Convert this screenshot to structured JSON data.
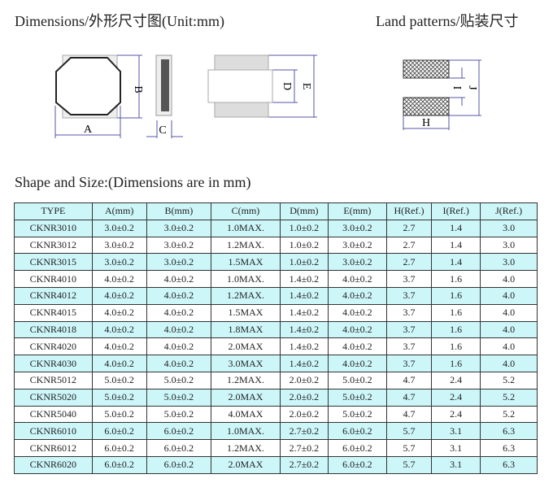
{
  "titles": {
    "dimensions": "Dimensions/外形尺寸图(Unit:mm)",
    "land": "Land patterns/贴装尺寸",
    "shape": "Shape and Size:(Dimensions are in mm)"
  },
  "labels": {
    "A": "A",
    "B": "B",
    "C": "C",
    "D": "D",
    "E": "E",
    "H": "H",
    "I": "I",
    "J": "J"
  },
  "table": {
    "headers": [
      "TYPE",
      "A(mm)",
      "B(mm)",
      "C(mm)",
      "D(mm)",
      "E(mm)",
      "H(Ref.)",
      "I(Ref.)",
      "J(Ref.)"
    ],
    "rows": [
      [
        "CKNR3010",
        "3.0±0.2",
        "3.0±0.2",
        "1.0MAX.",
        "1.0±0.2",
        "3.0±0.2",
        "2.7",
        "1.4",
        "3.0"
      ],
      [
        "CKNR3012",
        "3.0±0.2",
        "3.0±0.2",
        "1.2MAX.",
        "1.0±0.2",
        "3.0±0.2",
        "2.7",
        "1.4",
        "3.0"
      ],
      [
        "CKNR3015",
        "3.0±0.2",
        "3.0±0.2",
        "1.5MAX",
        "1.0±0.2",
        "3.0±0.2",
        "2.7",
        "1.4",
        "3.0"
      ],
      [
        "CKNR4010",
        "4.0±0.2",
        "4.0±0.2",
        "1.0MAX.",
        "1.4±0.2",
        "4.0±0.2",
        "3.7",
        "1.6",
        "4.0"
      ],
      [
        "CKNR4012",
        "4.0±0.2",
        "4.0±0.2",
        "1.2MAX.",
        "1.4±0.2",
        "4.0±0.2",
        "3.7",
        "1.6",
        "4.0"
      ],
      [
        "CKNR4015",
        "4.0±0.2",
        "4.0±0.2",
        "1.5MAX",
        "1.4±0.2",
        "4.0±0.2",
        "3.7",
        "1.6",
        "4.0"
      ],
      [
        "CKNR4018",
        "4.0±0.2",
        "4.0±0.2",
        "1.8MAX",
        "1.4±0.2",
        "4.0±0.2",
        "3.7",
        "1.6",
        "4.0"
      ],
      [
        "CKNR4020",
        "4.0±0.2",
        "4.0±0.2",
        "2.0MAX",
        "1.4±0.2",
        "4.0±0.2",
        "3.7",
        "1.6",
        "4.0"
      ],
      [
        "CKNR4030",
        "4.0±0.2",
        "4.0±0.2",
        "3.0MAX",
        "1.4±0.2",
        "4.0±0.2",
        "3.7",
        "1.6",
        "4.0"
      ],
      [
        "CKNR5012",
        "5.0±0.2",
        "5.0±0.2",
        "1.2MAX.",
        "2.0±0.2",
        "5.0±0.2",
        "4.7",
        "2.4",
        "5.2"
      ],
      [
        "CKNR5020",
        "5.0±0.2",
        "5.0±0.2",
        "2.0MAX",
        "2.0±0.2",
        "5.0±0.2",
        "4.7",
        "2.4",
        "5.2"
      ],
      [
        "CKNR5040",
        "5.0±0.2",
        "5.0±0.2",
        "4.0MAX",
        "2.0±0.2",
        "5.0±0.2",
        "4.7",
        "2.4",
        "5.2"
      ],
      [
        "CKNR6010",
        "6.0±0.2",
        "6.0±0.2",
        "1.0MAX.",
        "2.7±0.2",
        "6.0±0.2",
        "5.7",
        "3.1",
        "6.3"
      ],
      [
        "CKNR6012",
        "6.0±0.2",
        "6.0±0.2",
        "1.2MAX.",
        "2.7±0.2",
        "6.0±0.2",
        "5.7",
        "3.1",
        "6.3"
      ],
      [
        "CKNR6020",
        "6.0±0.2",
        "6.0±0.2",
        "2.0MAX",
        "2.7±0.2",
        "6.0±0.2",
        "5.7",
        "3.1",
        "6.3"
      ]
    ]
  }
}
